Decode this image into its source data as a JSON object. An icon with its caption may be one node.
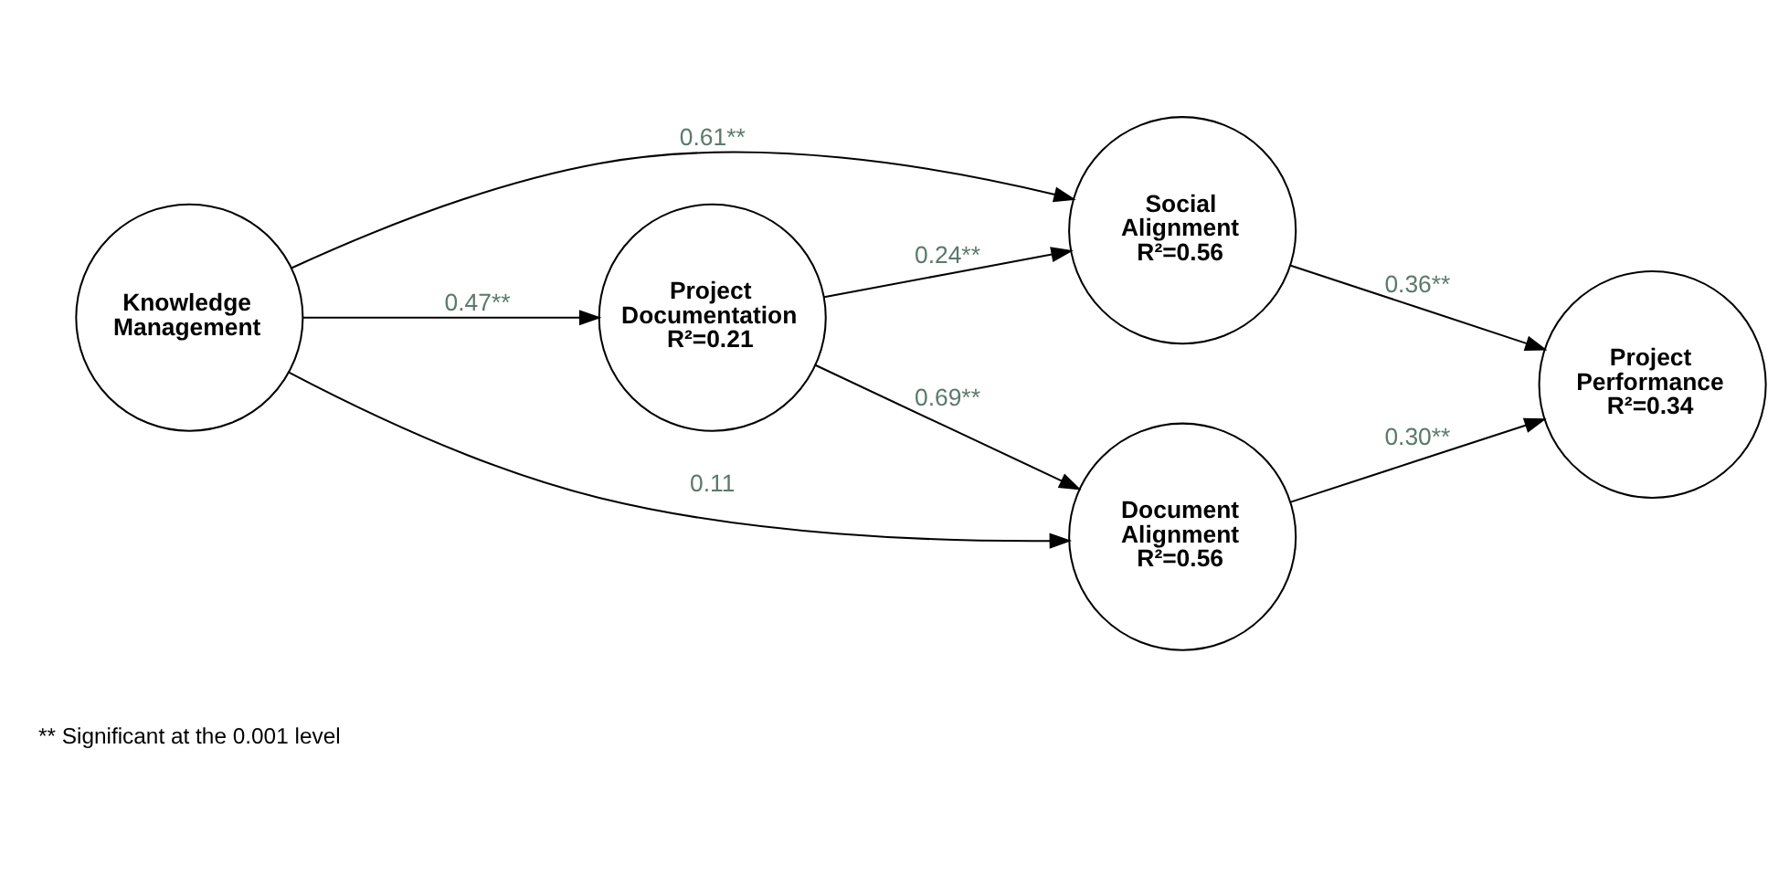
{
  "diagram": {
    "nodes": [
      {
        "text": [
          "Knowledge Management"
        ]
      },
      {
        "text": [
          "Project Documentation",
          "R²=0.21"
        ]
      },
      {
        "text": [
          "Social Alignment",
          "R²=0.56"
        ]
      },
      {
        "text": [
          "Document Alignment",
          "R²=0.56"
        ]
      },
      {
        "text": [
          "Project Performance",
          "R²=0.34"
        ]
      }
    ],
    "edges": [
      {
        "from": 0,
        "to": 2,
        "arrow": "to",
        "label": "0.61**"
      },
      {
        "from": 0,
        "to": 1,
        "arrow": "to",
        "label": "0.47**"
      },
      {
        "from": 0,
        "to": 3,
        "arrow": "to",
        "label": "0.11"
      },
      {
        "from": 1,
        "to": 2,
        "arrow": "to",
        "label": "0.24**"
      },
      {
        "from": 1,
        "to": 3,
        "arrow": "to",
        "label": "0.69**"
      },
      {
        "from": 2,
        "to": 4,
        "arrow": "to",
        "label": "0.36**"
      },
      {
        "from": 3,
        "to": 4,
        "arrow": "to",
        "label": "0.30**"
      }
    ],
    "labels": [
      "** Significant at the 0.001 level"
    ]
  }
}
